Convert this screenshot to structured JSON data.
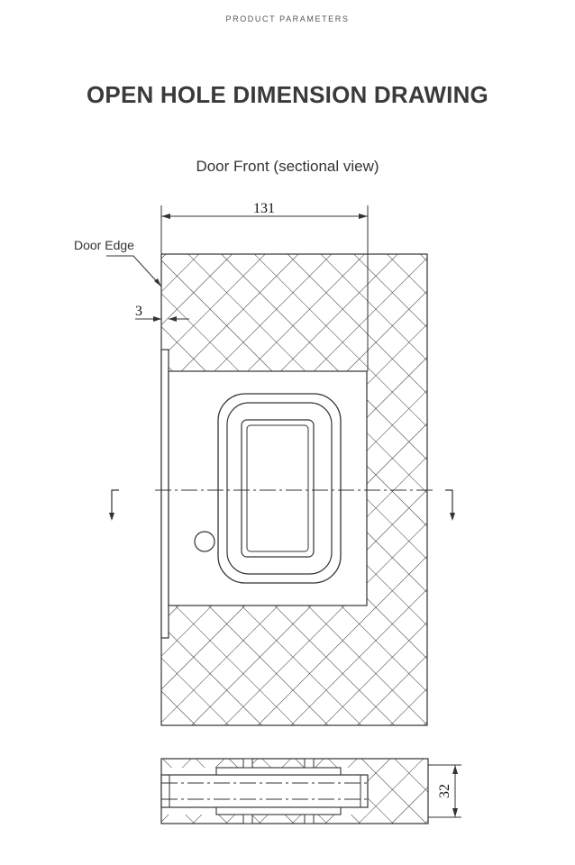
{
  "header": {
    "kicker": "PRODUCT PARAMETERS",
    "title": "OPEN HOLE DIMENSION DRAWING"
  },
  "drawing": {
    "subtitle": "Door Front (sectional view)",
    "door_edge_label": "Door Edge",
    "dimensions": {
      "width": "131",
      "edge_offset": "3",
      "thickness": "32"
    }
  }
}
